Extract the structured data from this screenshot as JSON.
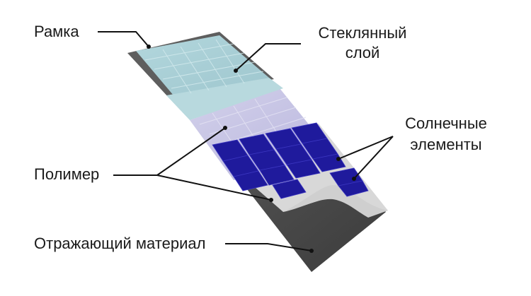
{
  "labels": {
    "frame": "Рамка",
    "glass_line1": "Стеклянный",
    "glass_line2": "слой",
    "solar_line1": "Солнечные",
    "solar_line2": "элементы",
    "polymer": "Полимер",
    "reflective": "Отражающий материал"
  },
  "colors": {
    "frame": "#5d5d5d",
    "glass": "#a9cfd6",
    "glass_cells": "#b8d7dc",
    "polymer": "#c9c6e6",
    "solar_cell": "#1f1a9c",
    "backsheet": "#d7d7d7",
    "reflective": "#4a4a4a",
    "leader_line": "#111111"
  }
}
